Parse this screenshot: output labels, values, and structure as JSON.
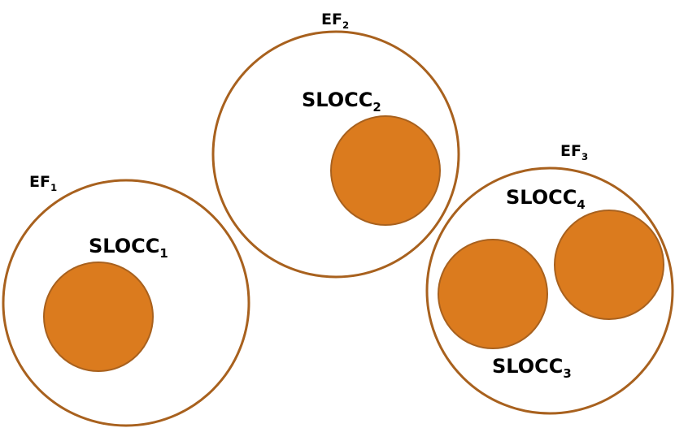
{
  "colors": {
    "outline": "#a8611e",
    "fill": "#db7b1e",
    "fill_stroke": "#a8611e",
    "background": "#ffffff"
  },
  "labels": {
    "ef1": {
      "base": "EF",
      "sub": "1"
    },
    "ef2": {
      "base": "EF",
      "sub": "2"
    },
    "ef3": {
      "base": "EF",
      "sub": "3"
    },
    "slocc1": {
      "base": "SLOCC",
      "sub": "1"
    },
    "slocc2": {
      "base": "SLOCC",
      "sub": "2"
    },
    "slocc3": {
      "base": "SLOCC",
      "sub": "3"
    },
    "slocc4": {
      "base": "SLOCC",
      "sub": "4"
    }
  }
}
